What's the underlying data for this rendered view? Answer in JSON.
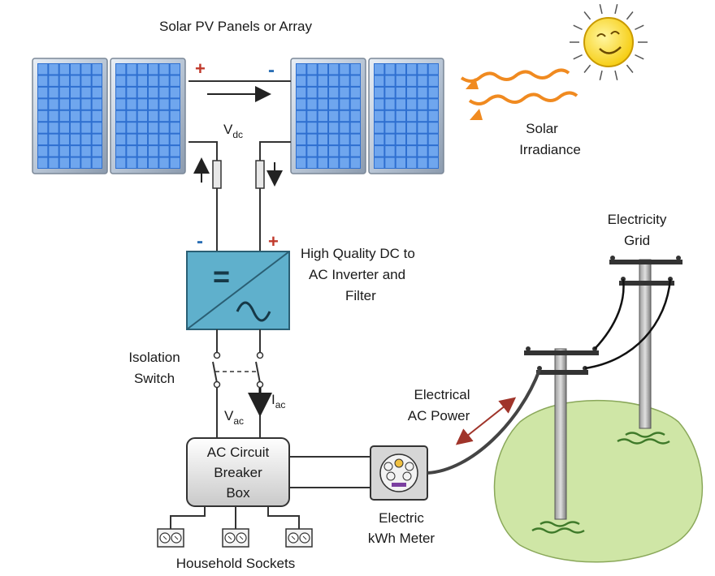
{
  "title": "Solar PV Panels or Array",
  "labels": {
    "irradiance_1": "Solar",
    "irradiance_2": "Irradiance",
    "vdc_main": "V",
    "vdc_sub": "dc",
    "grid_1": "Electricity",
    "grid_2": "Grid",
    "inverter_1": "High Quality DC to",
    "inverter_2": "AC Inverter and",
    "inverter_3": "Filter",
    "isolation_1": "Isolation",
    "isolation_2": "Switch",
    "iac_main": "I",
    "iac_sub": "ac",
    "vac_main": "V",
    "vac_sub": "ac",
    "ac_power_1": "Electrical",
    "ac_power_2": "AC Power",
    "breaker_1": "AC Circuit",
    "breaker_2": "Breaker",
    "breaker_3": "Box",
    "meter_1": "Electric",
    "meter_2": "kWh Meter",
    "sockets": "Household Sockets",
    "plus": "+",
    "minus": "-",
    "inverter_dc_symbol": "="
  },
  "colors": {
    "panel_blue": "#2e6fd0",
    "panel_cell": "#6fa6ee",
    "inverter_fill": "#5fb0cc",
    "sun_fill": "#ffe033",
    "arrow_orange": "#f08a20",
    "land_green": "#cfe6a6",
    "plus_red": "#c0392b",
    "minus_blue": "#2c6fb5"
  }
}
